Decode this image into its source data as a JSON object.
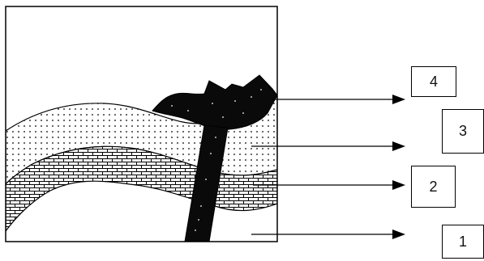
{
  "labels": {
    "layer_1": "1",
    "layer_2": "2",
    "layer_3": "3",
    "layer_4": "4"
  },
  "colors": {
    "stroke": "#000000",
    "background": "#ffffff",
    "fill_dark": "#0a0a0a"
  }
}
